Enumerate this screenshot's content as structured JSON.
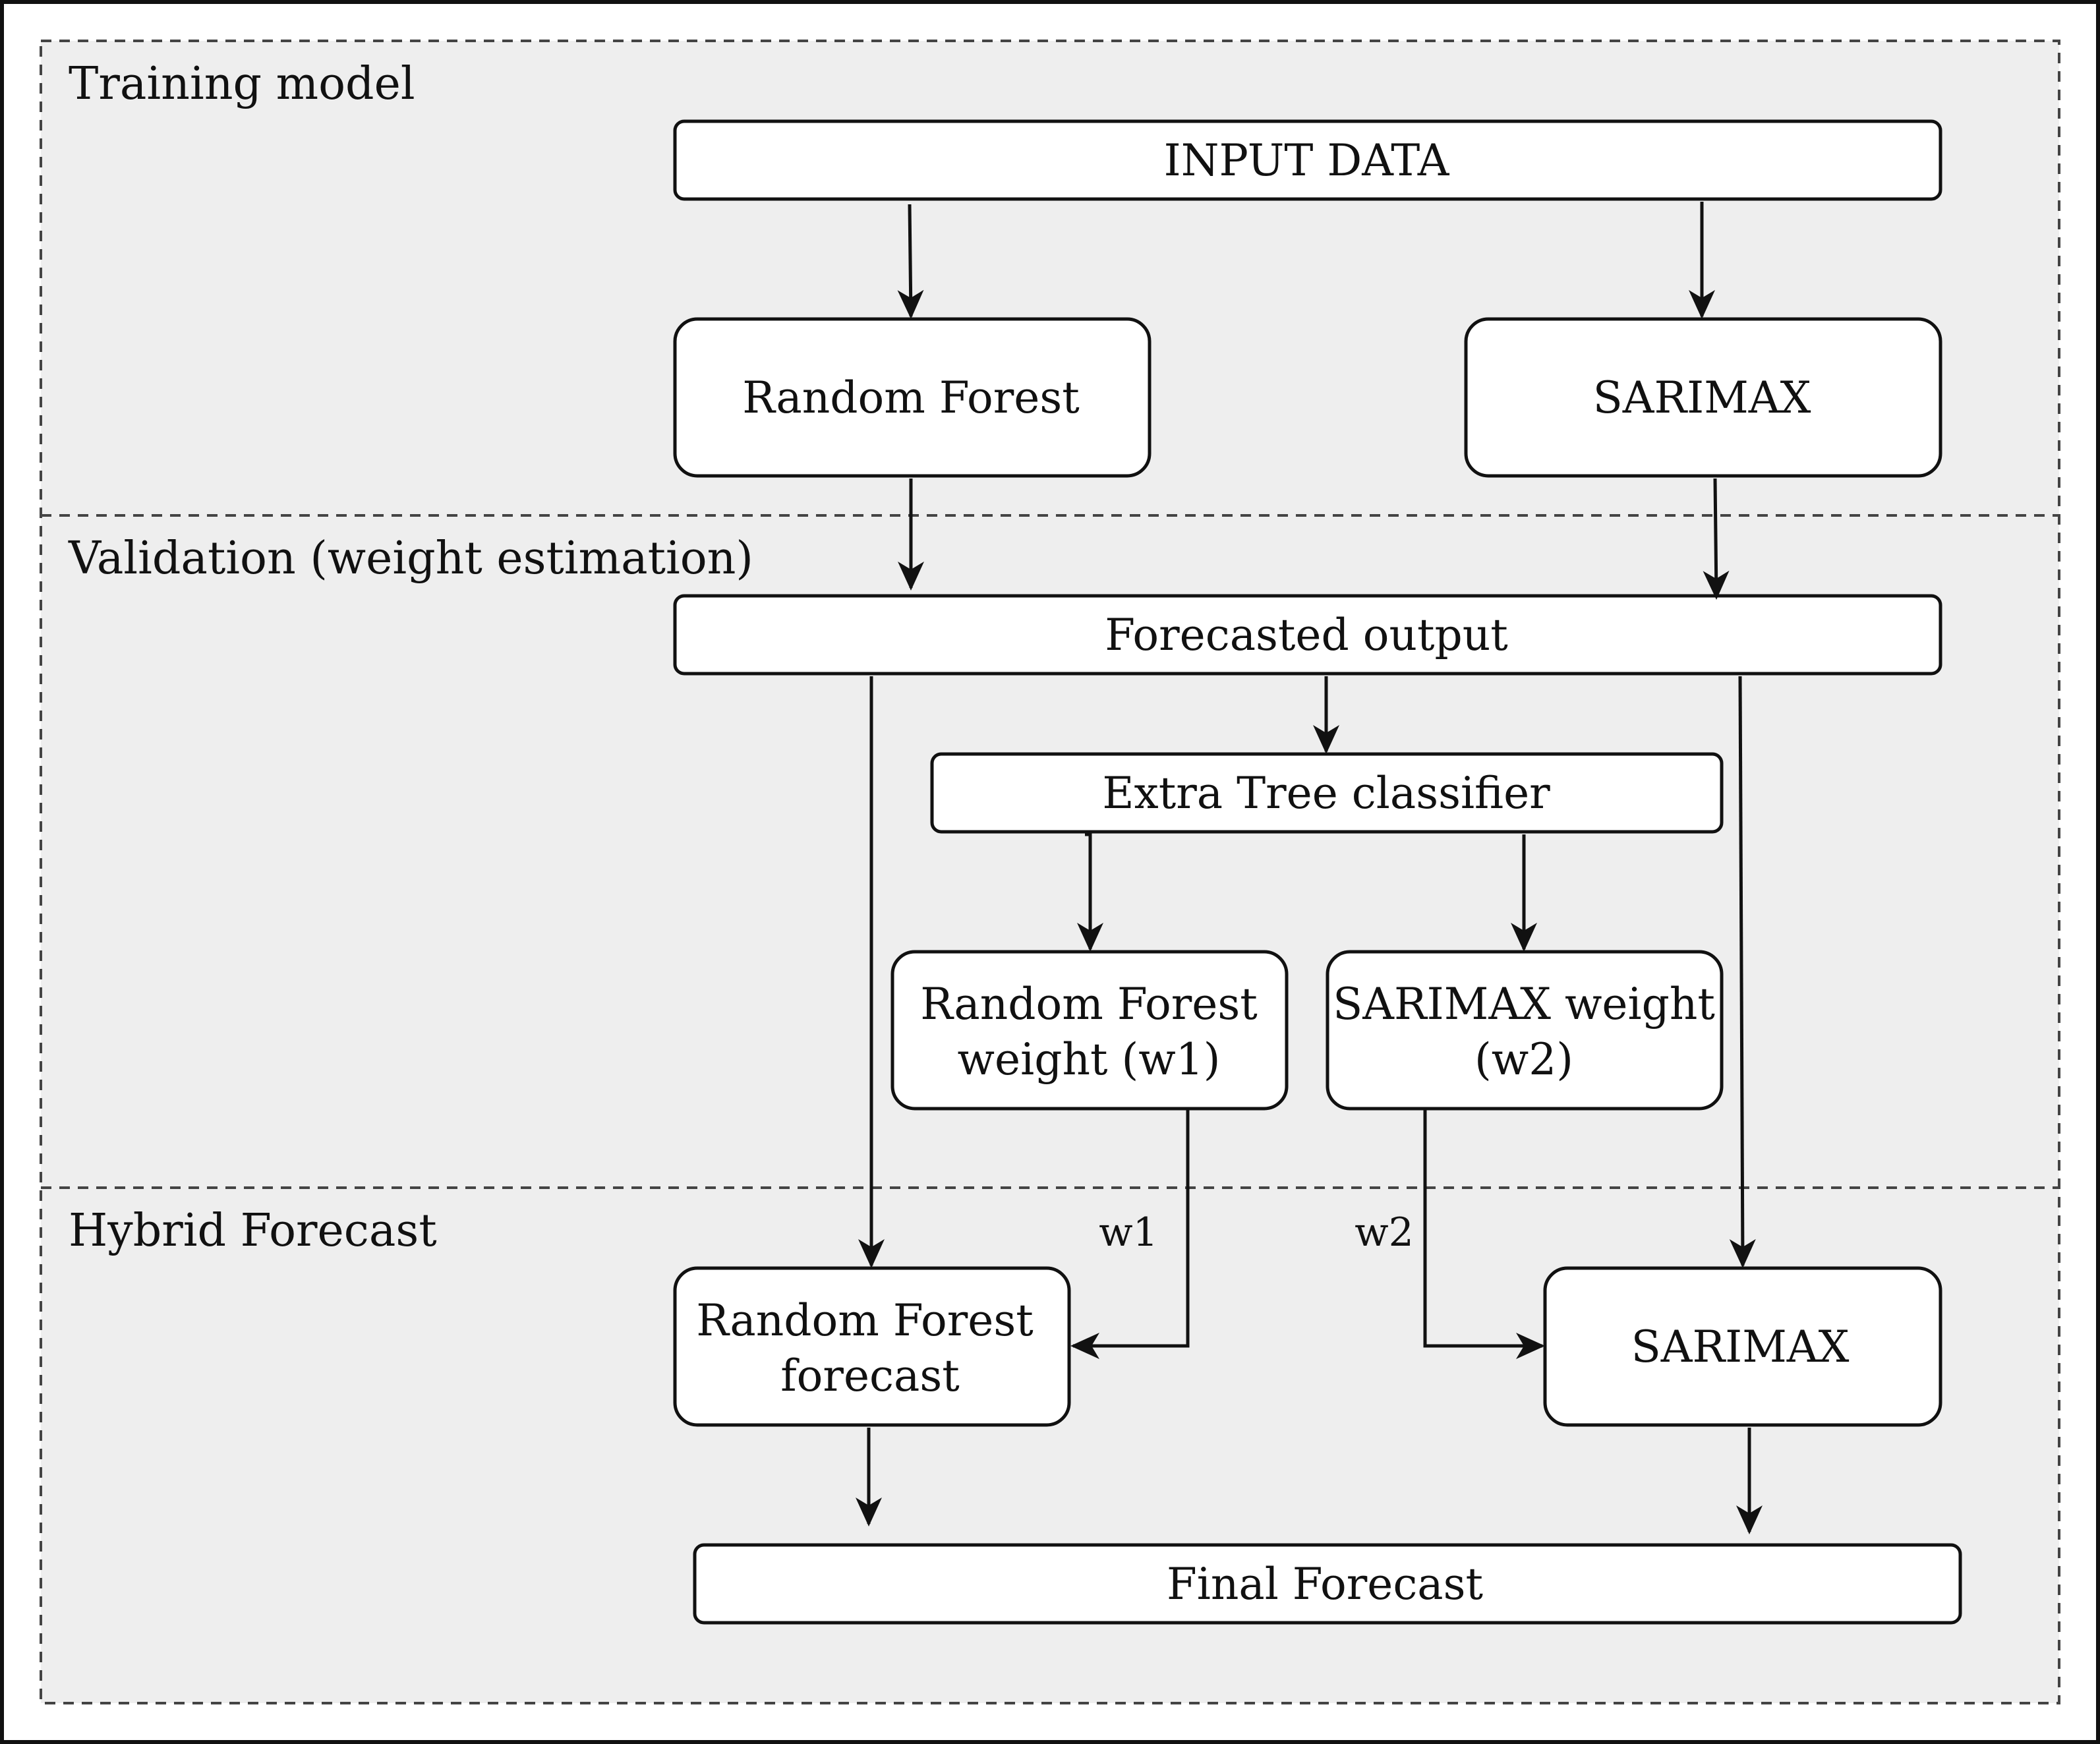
{
  "sections": {
    "training": "Training model",
    "validation": "Validation (weight estimation)",
    "hybrid": "Hybrid Forecast"
  },
  "nodes": {
    "input_data": "INPUT DATA",
    "random_forest": "Random Forest",
    "sarimax": "SARIMAX",
    "forecasted_output": "Forecasted output",
    "extra_tree": "Extra Tree classifier",
    "rf_weight": [
      "Random Forest",
      "weight (w1)"
    ],
    "sarimax_weight": [
      "SARIMAX weight",
      "(w2)"
    ],
    "rf_forecast": [
      "Random Forest",
      "forecast"
    ],
    "sarimax_forecast": "SARIMAX",
    "final_forecast": "Final Forecast"
  },
  "edge_labels": {
    "w1": "w1",
    "w2": "w2"
  },
  "colors": {
    "section_fill": "#eeeeee",
    "box_fill": "#ffffff",
    "stroke": "#111111"
  }
}
